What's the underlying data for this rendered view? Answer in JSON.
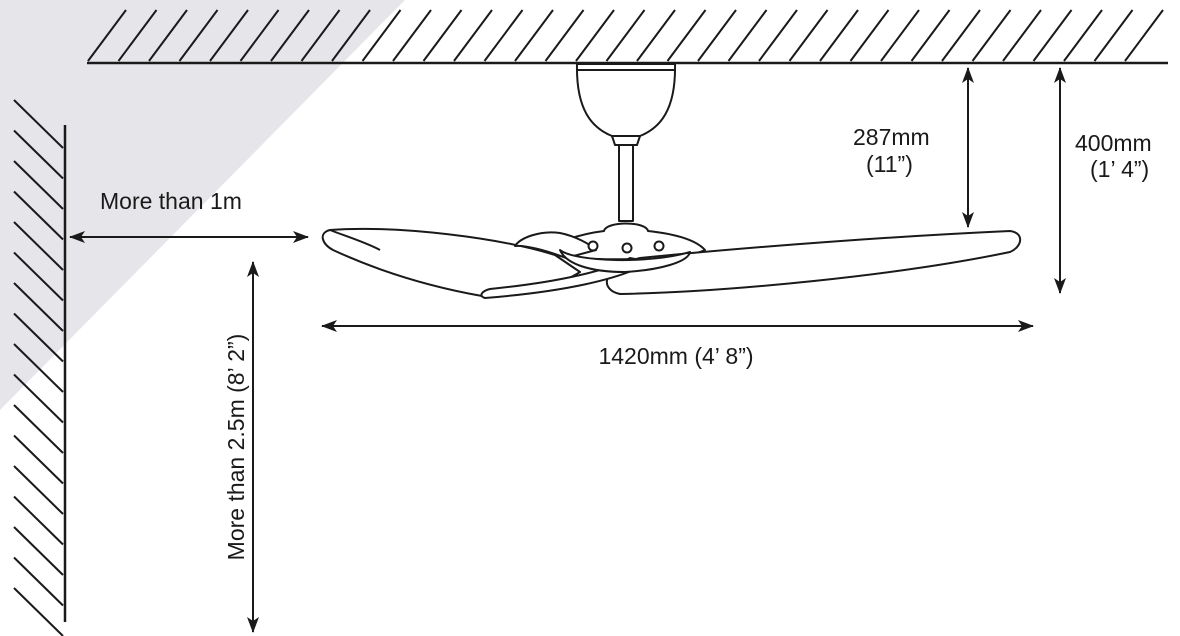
{
  "colors": {
    "line": "#1a1a1a",
    "shade": "#e6e6ea",
    "background": "#ffffff"
  },
  "dimensions": {
    "wall_clearance": "More than 1m",
    "floor_clearance": "More than 2.5m (8’ 2”)",
    "downrod_mm": "287mm",
    "downrod_in": "(11”)",
    "overall_drop_mm": "400mm",
    "overall_drop_in": "(1’ 4”)",
    "blade_span": "1420mm  (4’ 8”)"
  }
}
